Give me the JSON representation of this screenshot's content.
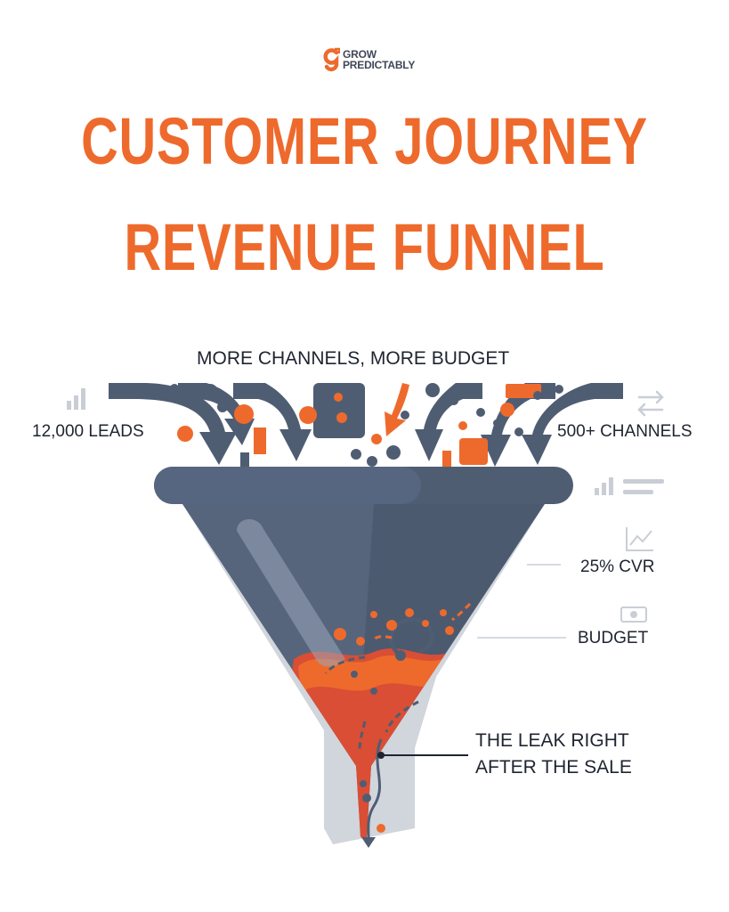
{
  "logo": {
    "line1": "GROW",
    "line2": "PREDICTABLY",
    "mark": "g-logo-icon"
  },
  "title": {
    "line1": "CUSTOMER JOURNEY",
    "line2": "REVENUE FUNNEL"
  },
  "diagram": {
    "top_label": "MORE CHANNELS, MORE BUDGET",
    "left_label": "12,000 LEADS",
    "right_label": "500+ CHANNELS",
    "cvr_label": "25% CVR",
    "budget_label": "BUDGET",
    "leak_label_line1": "THE LEAK RIGHT",
    "leak_label_line2": "AFTER THE SALE"
  },
  "icons": {
    "leads": "bar-chart-icon",
    "channels": "swap-arrows-icon",
    "rim": "bar-chart-lines-icon",
    "cvr": "line-chart-icon",
    "budget": "money-bill-icon"
  },
  "colors": {
    "orange": "#ee6a2c",
    "slate": "#4f5d73",
    "red": "#d94e34",
    "gray": "#c9ced6",
    "text": "#1f2430"
  }
}
